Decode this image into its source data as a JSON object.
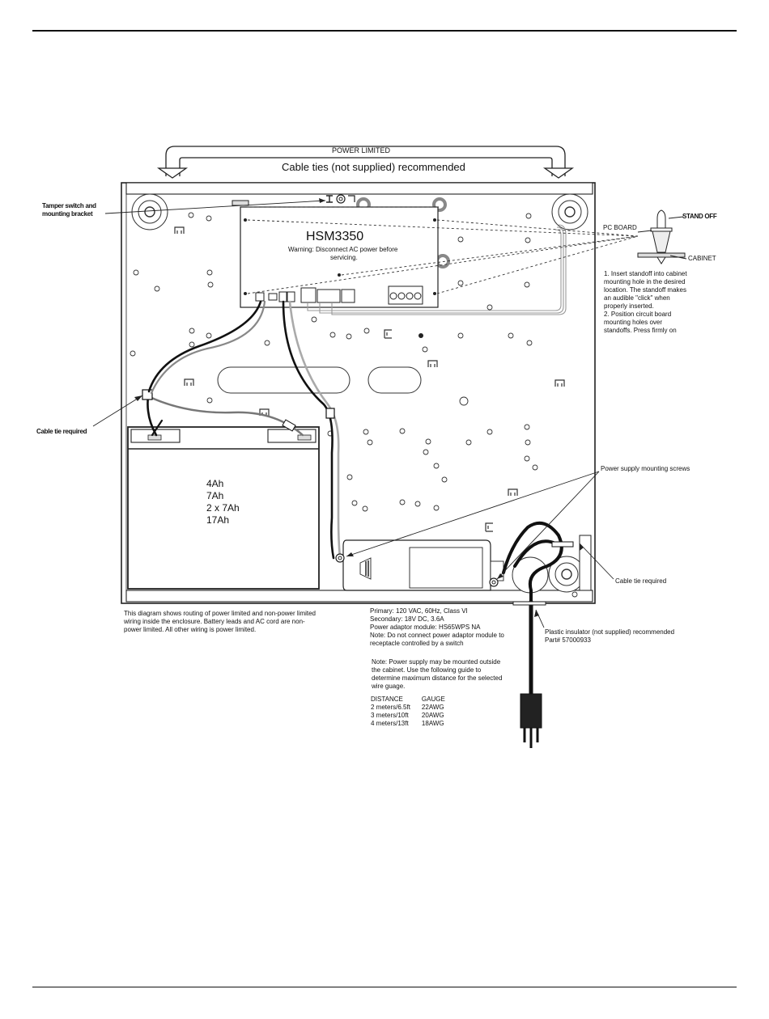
{
  "labels": {
    "power_limited": "POWER LIMITED",
    "cable_ties": "Cable ties (not supplied) recommended",
    "tamper_line1": "Tamper switch and",
    "tamper_line2": "mounting bracket",
    "board_name": "HSM3350",
    "warning_line1": "Warning: Disconnect AC power before",
    "warning_line2": "servicing.",
    "stand_off": "STAND OFF",
    "pc_board": "PC BOARD",
    "cabinet": "CABINET",
    "standoff_instructions": [
      "1. Insert standoff into cabinet",
      "mounting hole in the desired",
      "location. The standoff makes",
      "an audible \"click\" when",
      "properly inserted.",
      "2. Position circuit board",
      "mounting holes over",
      "standoffs. Press firmly on"
    ],
    "cable_tie_required_left": "Cable tie required",
    "cable_tie_required_right": "Cable tie required",
    "power_supply_screws": "Power supply mounting screws",
    "battery_options": [
      "4Ah",
      "7Ah",
      "2 x 7Ah",
      "17Ah"
    ],
    "routing_note": [
      "This diagram shows routing of power limited and non-power limited",
      "wiring inside the enclosure. Battery leads and AC cord are non-",
      "power limited. All other wiring is power limited."
    ],
    "power_specs": [
      "Primary: 120 VAC, 60Hz, Class VI",
      "Secondary: 18V DC, 3.6A",
      "Power adaptor module: HS65WPS NA",
      "Note: Do not connect power adaptor module to",
      "receptacle controlled by a switch"
    ],
    "insulator_line1": "Plastic insulator (not supplied) recommended",
    "insulator_line2": "Part# 57000933",
    "mount_note": [
      "Note: Power supply may be mounted outside",
      "the cabinet. Use the following guide to",
      "determine maximum distance for the selected",
      "wire guage."
    ],
    "gauge_table": {
      "headers": [
        "DISTANCE",
        "GAUGE"
      ],
      "rows": [
        [
          "2 meters/6.5ft",
          "22AWG"
        ],
        [
          "3 meters/10ft",
          "20AWG"
        ],
        [
          "4 meters/13ft",
          "18AWG"
        ]
      ]
    }
  }
}
